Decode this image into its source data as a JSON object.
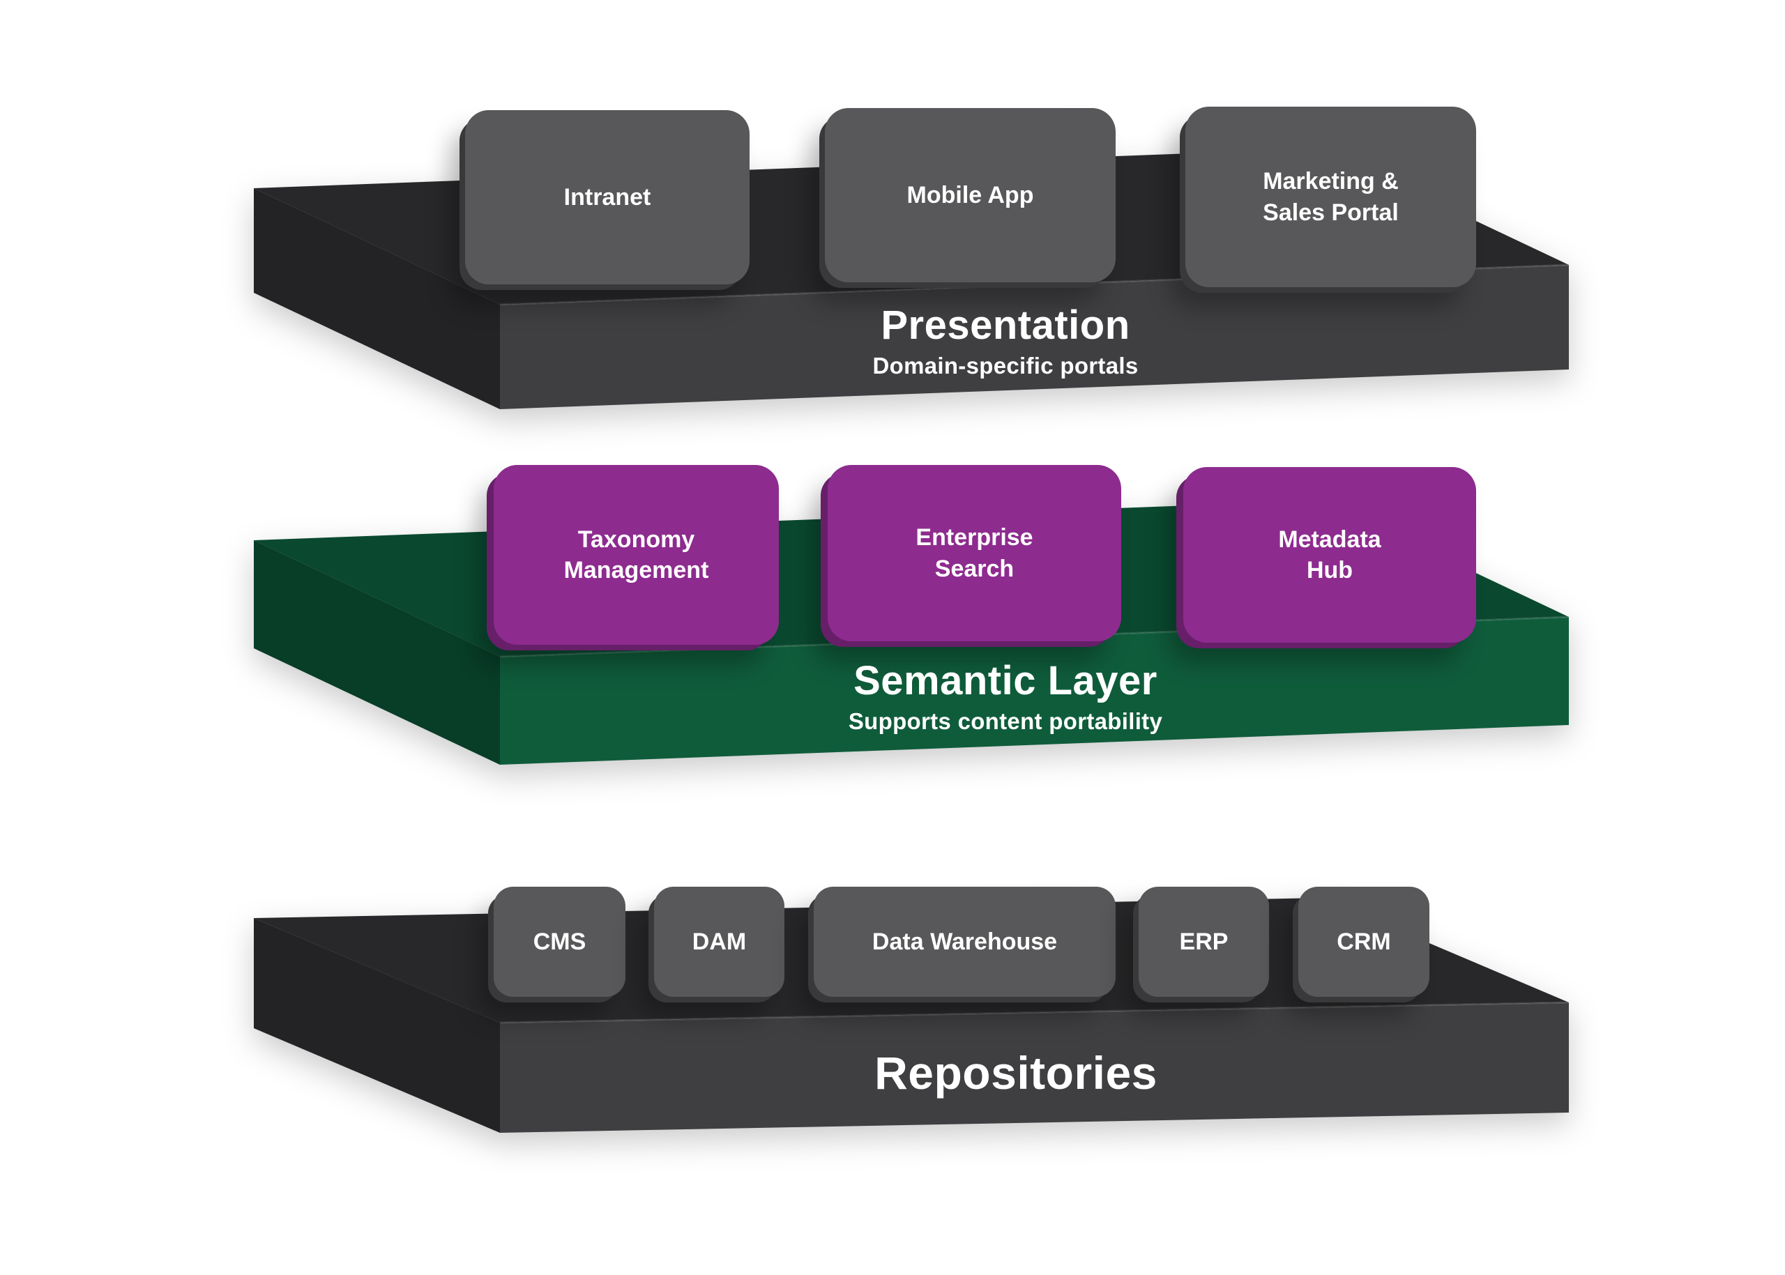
{
  "colors": {
    "background": "#ffffff",
    "dark_slab_top": "#28282a",
    "dark_slab_front": "#3f3f42",
    "dark_slab_side": "#232325",
    "green_slab_top": "#0a4930",
    "green_slab_front": "#0f5c3b",
    "green_slab_side": "#083d28",
    "gray_box": "#58585a",
    "purple_box": "#8e2b8f",
    "text": "#ffffff"
  },
  "layers": [
    {
      "name": "presentation",
      "title": "Presentation",
      "subtitle": "Domain-specific portals",
      "boxes": [
        {
          "label": "Intranet"
        },
        {
          "label": "Mobile App"
        },
        {
          "label": "Marketing &\nSales Portal"
        }
      ]
    },
    {
      "name": "semantic",
      "title": "Semantic Layer",
      "subtitle": "Supports content portability",
      "boxes": [
        {
          "label": "Taxonomy\nManagement"
        },
        {
          "label": "Enterprise\nSearch"
        },
        {
          "label": "Metadata\nHub"
        }
      ]
    },
    {
      "name": "repositories",
      "title": "Repositories",
      "subtitle": "",
      "boxes": [
        {
          "label": "CMS"
        },
        {
          "label": "DAM"
        },
        {
          "label": "Data Warehouse"
        },
        {
          "label": "ERP"
        },
        {
          "label": "CRM"
        }
      ]
    }
  ]
}
